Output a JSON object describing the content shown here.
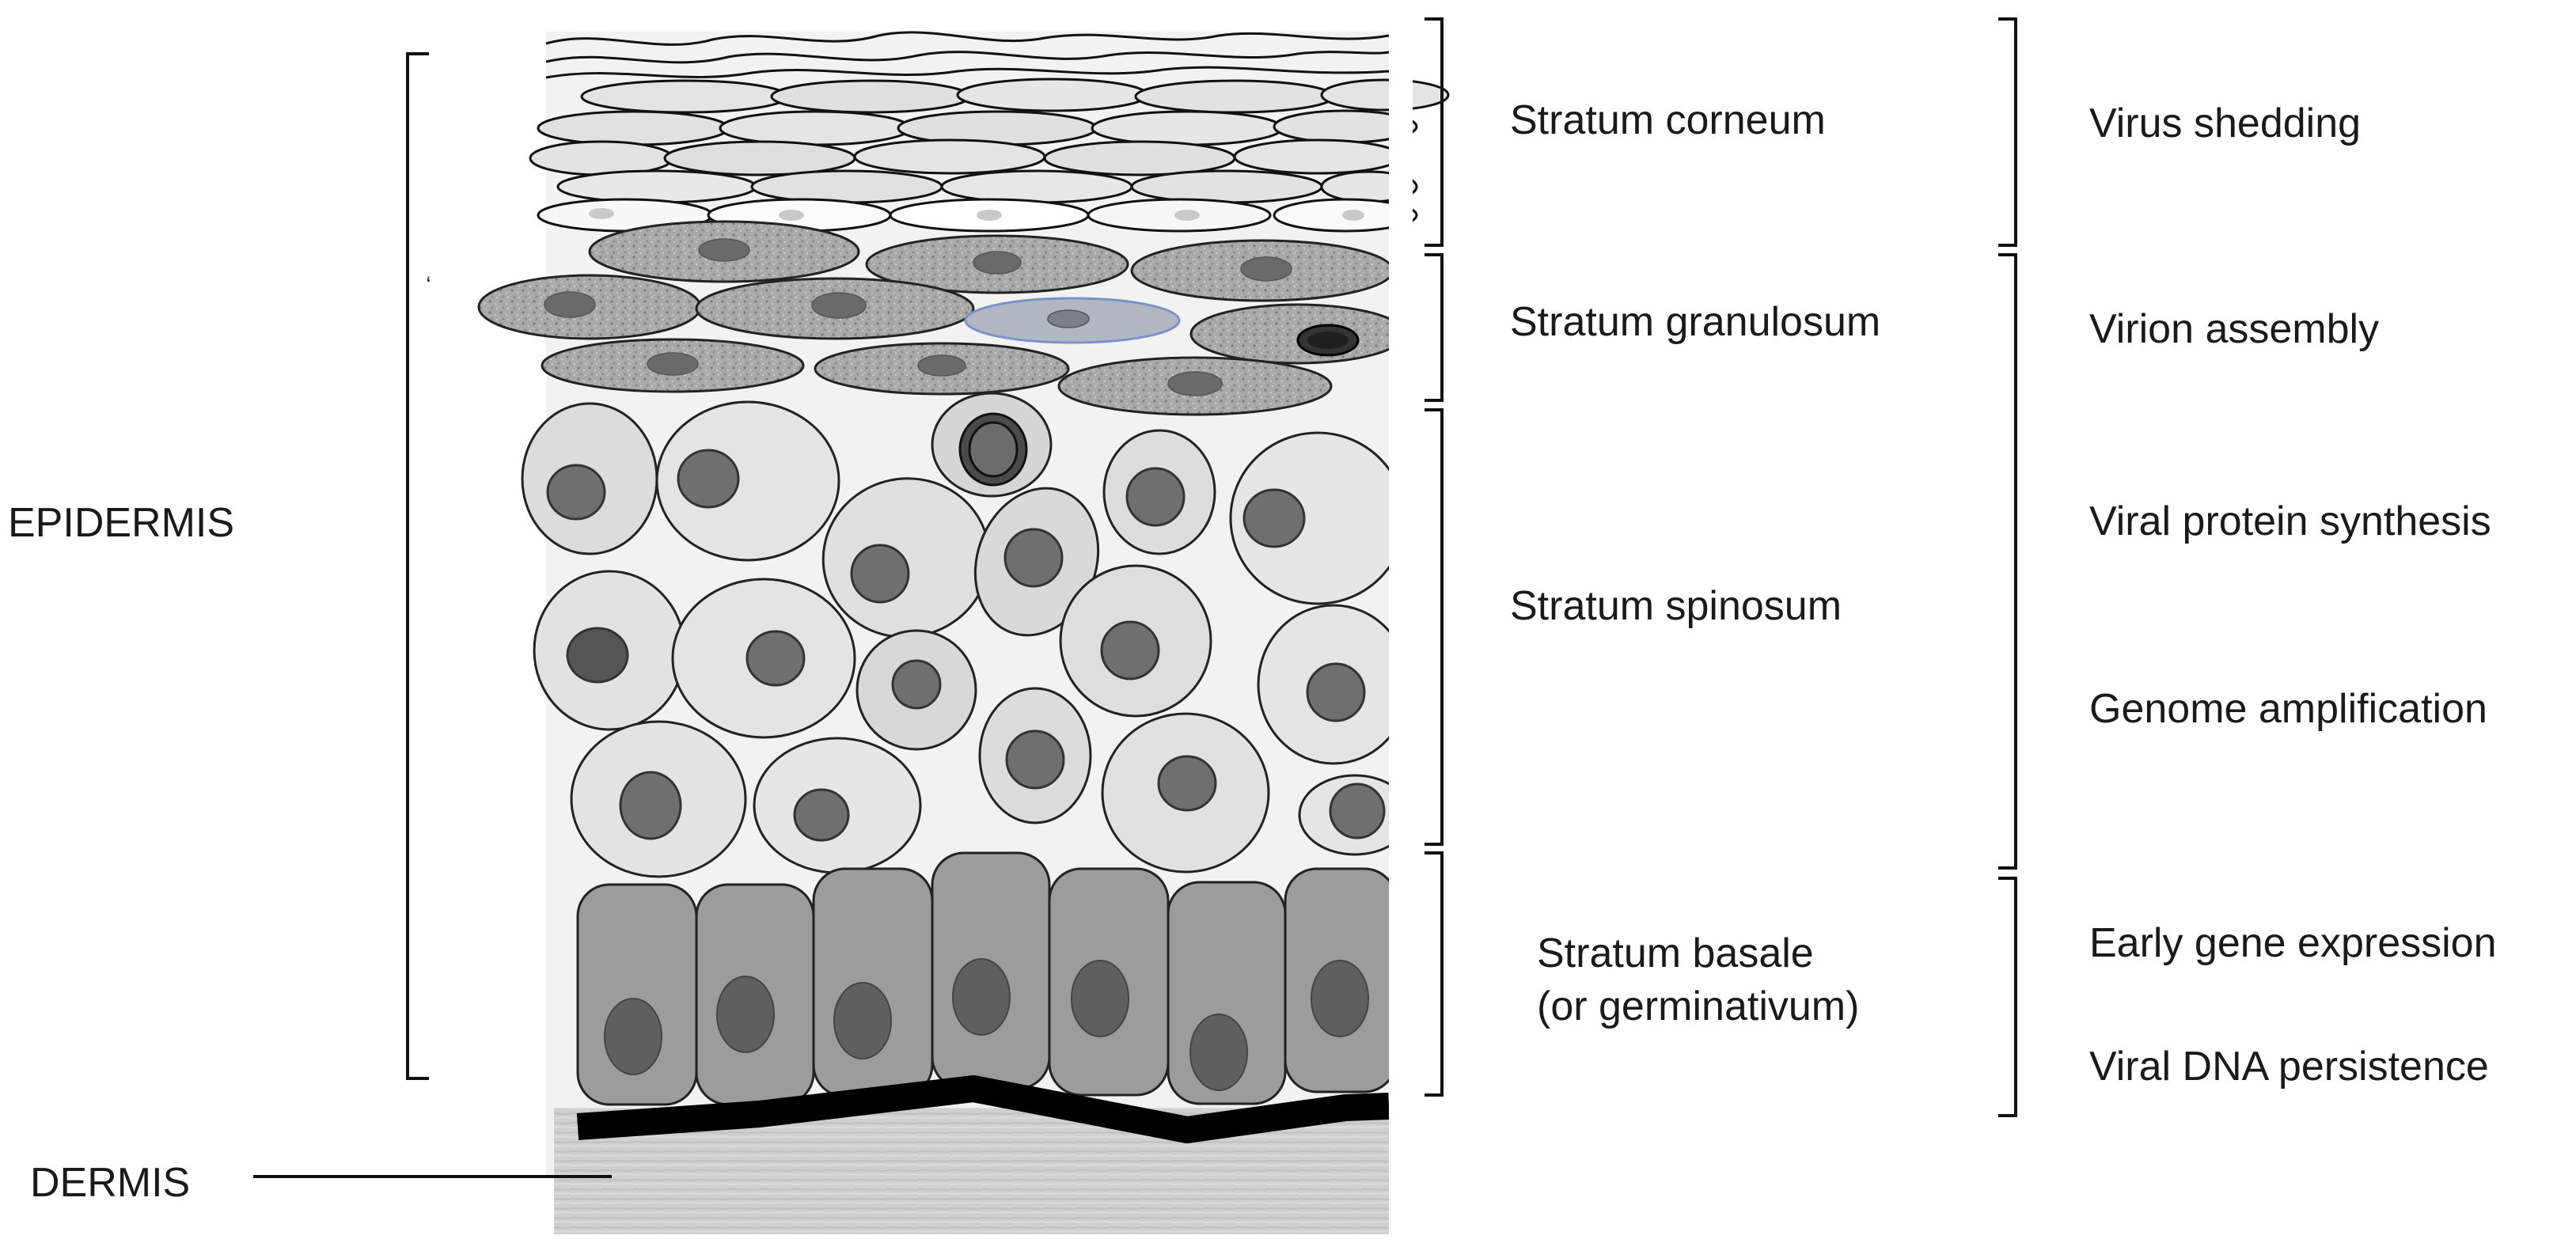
{
  "regions": {
    "epidermis": "EPIDERMIS",
    "dermis": "DERMIS"
  },
  "layers": {
    "corneum": "Stratum corneum",
    "granulosum": "Stratum granulosum",
    "spinosum": "Stratum spinosum",
    "basale_line1": "Stratum basale",
    "basale_line2": "(or germinativum)"
  },
  "viral_stages": {
    "shedding": "Virus shedding",
    "assembly": "Virion assembly",
    "protein_synthesis": "Viral protein synthesis",
    "amplification": "Genome amplification",
    "early_expression": "Early gene expression",
    "persistence": "Viral DNA persistence"
  },
  "colors": {
    "corneum_cell": "#e2e2e2",
    "granular_cell": "#a8a8a8",
    "granular_nucleus": "#6a6a6a",
    "infected_outline": "#7a92c8",
    "spinous_cell": "#d9d9d9",
    "spinous_nucleus": "#707070",
    "basal_cell": "#9a9a9a",
    "basal_nucleus": "#5e5e5e",
    "basement_membrane": "#000000",
    "dermis": "#d0d0d0"
  }
}
